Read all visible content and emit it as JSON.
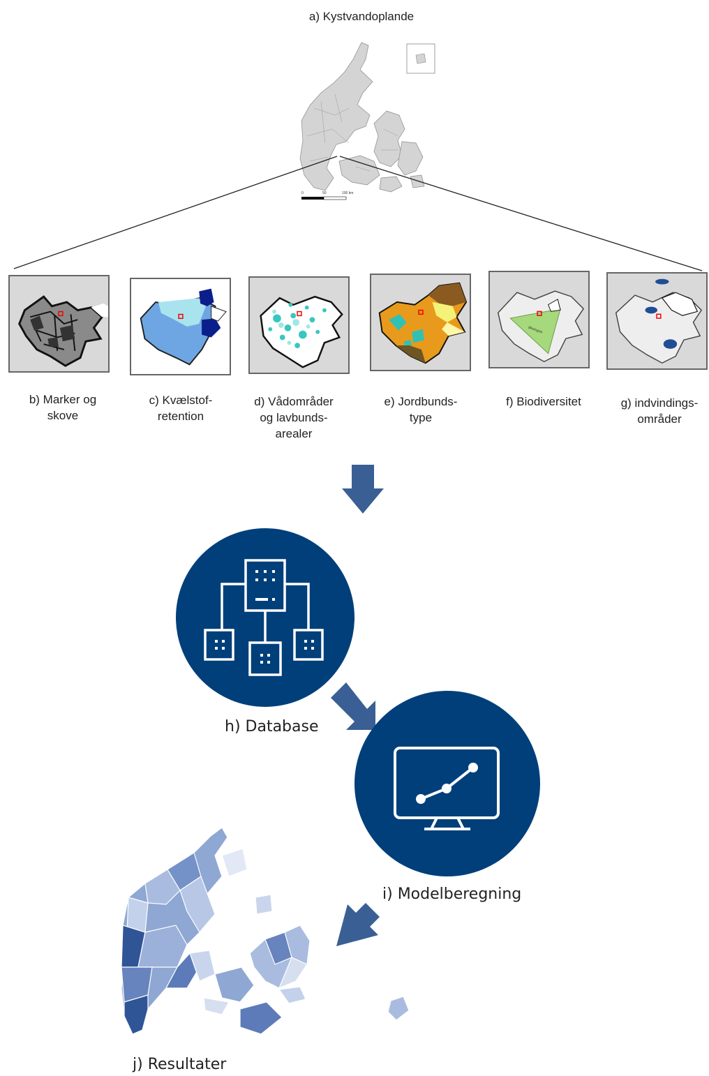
{
  "header": {
    "title": "a) Kystvandoplande"
  },
  "scalebar": {
    "ticks": [
      "0",
      "50",
      "100 km"
    ]
  },
  "panels": [
    {
      "label": "b) Marker og\nskove"
    },
    {
      "label": "c) Kvælstof-\nretention"
    },
    {
      "label": "d) Vådområder\nog lavbunds-\narealer"
    },
    {
      "label": "e) Jordbunds-\ntype"
    },
    {
      "label": "f) Biodiversitet",
      "map_text": "Økologisk"
    },
    {
      "label": "g) indvindings-\nområder"
    }
  ],
  "steps": {
    "database": "h) Database",
    "model": "i) Modelberegning",
    "results": "j) Resultater"
  },
  "colors": {
    "accent": "#003f7a",
    "arrow": "#3a5f95"
  }
}
